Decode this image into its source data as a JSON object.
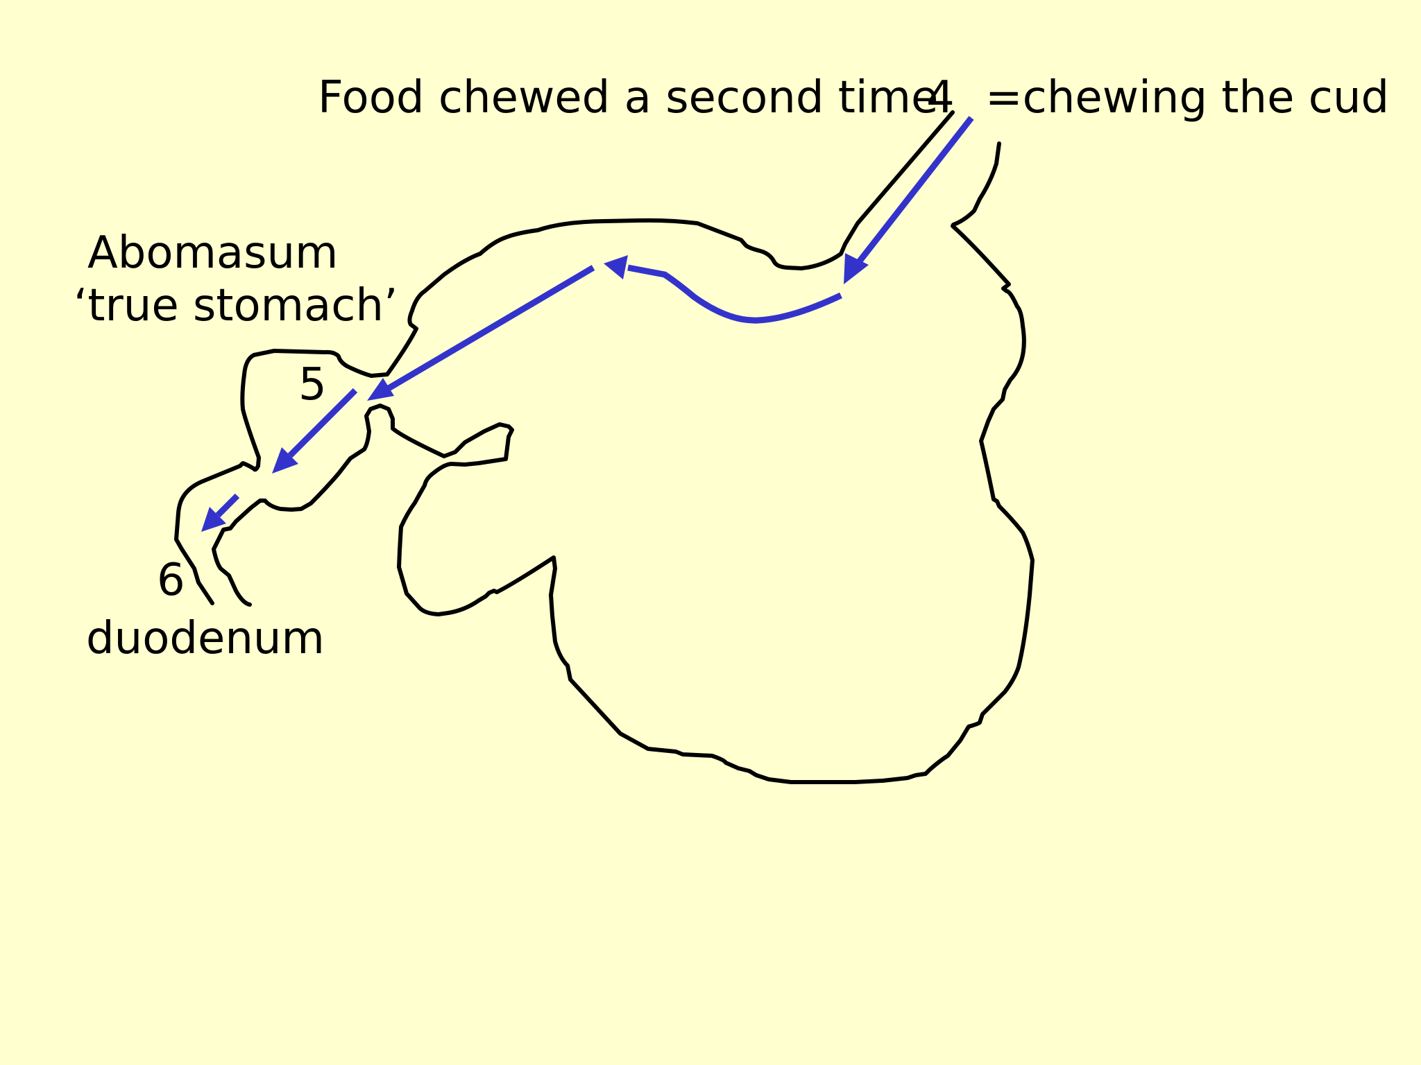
{
  "labels": {
    "top_caption": "Food chewed a second time",
    "step_4": "4",
    "cud_note": "=chewing the cud",
    "abomasum": "Abomasum",
    "true_stomach": "‘true stomach’",
    "step_5": "5",
    "step_6": "6",
    "duodenum": "duodenum"
  },
  "colors": {
    "background": "#ffffd0",
    "outline": "#000000",
    "flow_arrow": "#3333cc"
  }
}
